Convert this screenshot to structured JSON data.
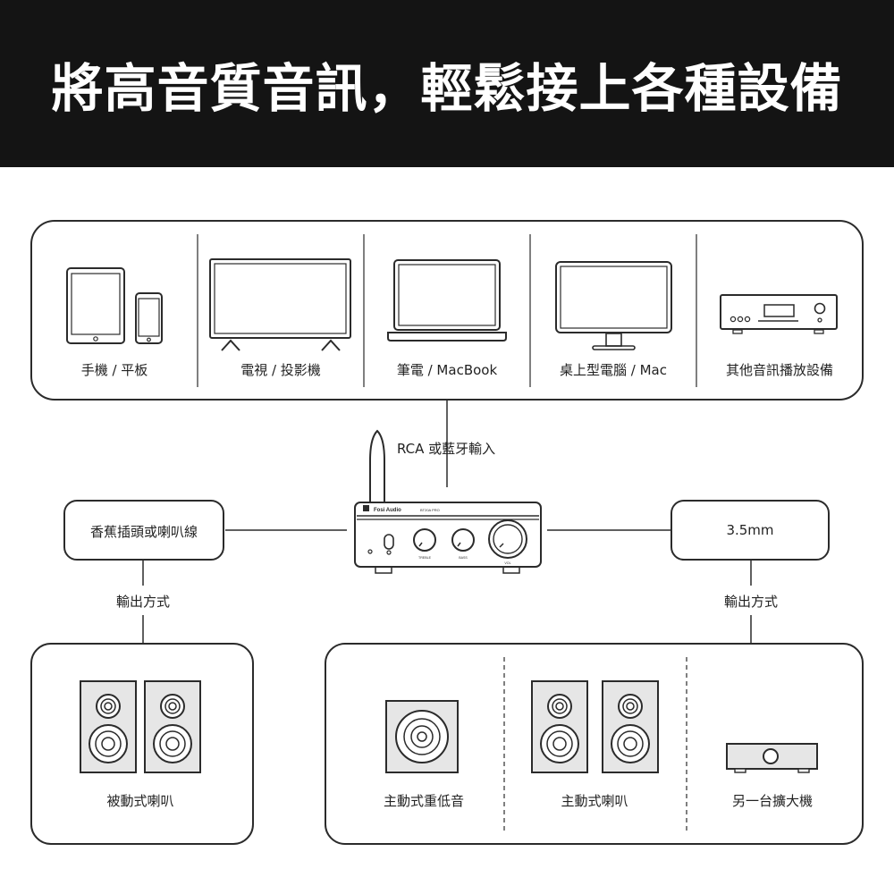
{
  "title": "將高音質音訊，輕鬆接上各種設備",
  "sources": [
    {
      "label": "手機 / 平板",
      "icon": "tablet-phone-icon"
    },
    {
      "label": "電視 / 投影機",
      "icon": "tv-icon"
    },
    {
      "label": "筆電 / MacBook",
      "icon": "laptop-icon"
    },
    {
      "label": "桌上型電腦 / Mac",
      "icon": "desktop-monitor-icon"
    },
    {
      "label": "其他音訊播放設備",
      "icon": "audio-player-icon"
    }
  ],
  "input_label": "RCA 或藍牙輸入",
  "amplifier": {
    "brand": "Fosi Audio",
    "model": "BT20A PRO",
    "knobs": [
      "TREBLE",
      "BASS",
      "VOL"
    ],
    "icon": "amplifier-icon"
  },
  "left_output": {
    "connector": "香蕉插頭或喇叭線",
    "method": "輸出方式",
    "devices": [
      {
        "label": "被動式喇叭",
        "icon": "passive-speakers-icon"
      }
    ]
  },
  "right_output": {
    "connector": "3.5mm",
    "method": "輸出方式",
    "devices": [
      {
        "label": "主動式重低音",
        "icon": "subwoofer-icon"
      },
      {
        "label": "主動式喇叭",
        "icon": "active-speakers-icon"
      },
      {
        "label": "另一台擴大機",
        "icon": "another-amplifier-icon"
      }
    ]
  },
  "colors": {
    "header_bg": "#141414",
    "stroke": "#2b2b2b",
    "icon_fill": "#e6e6e6"
  }
}
